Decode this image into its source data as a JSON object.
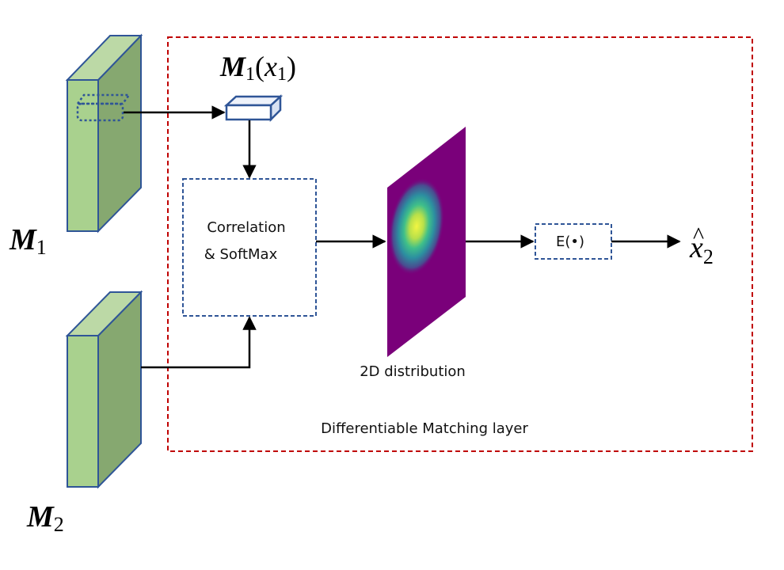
{
  "layer": {
    "label": "Differentiable Matching layer",
    "border_color": "#c00000"
  },
  "inputs": {
    "m1": {
      "symbol": "M",
      "subscript": "1"
    },
    "m2": {
      "symbol": "M",
      "subscript": "2"
    },
    "block_front_color": "#a9d18e",
    "block_side_color": "#86a870",
    "block_border_color": "#2f5597"
  },
  "feature_patch": {
    "symbol": "M",
    "subscript": "1",
    "open_paren": "(",
    "arg": "x",
    "arg_subscript": "1",
    "close_paren": ")"
  },
  "correlation_box": {
    "line1": "Correlation",
    "line2": "& SoftMax",
    "border_color": "#2f5597"
  },
  "distribution": {
    "label": "2D distribution",
    "background_color": "#7a007a",
    "peak_color": "#f2f542"
  },
  "expectation_box": {
    "label": "E(•)",
    "border_color": "#2f5597"
  },
  "output": {
    "symbol": "x",
    "hat": "^",
    "subscript": "2"
  }
}
